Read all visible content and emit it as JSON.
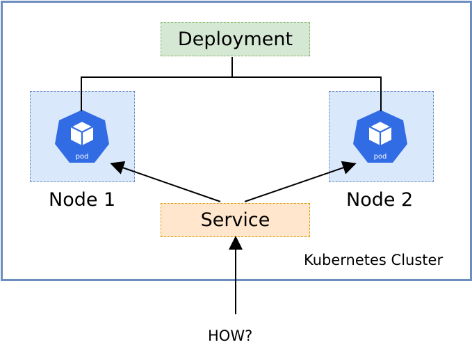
{
  "diagram": {
    "deployment_label": "Deployment",
    "service_label": "Service",
    "node1_label": "Node 1",
    "node2_label": "Node 2",
    "pod_label": "pod",
    "cluster_label": "Kubernetes Cluster",
    "question_label": "HOW?"
  },
  "colors": {
    "cluster_border": "#6c8ebf",
    "deployment_fill": "#d5e8d4",
    "deployment_border": "#82b366",
    "service_fill": "#ffe6cc",
    "service_border": "#d79b00",
    "node_fill": "#dae8fc",
    "node_border": "#6c8ebf",
    "pod_fill": "#326ce5"
  },
  "icons": {
    "pod": "kubernetes-pod-icon"
  }
}
